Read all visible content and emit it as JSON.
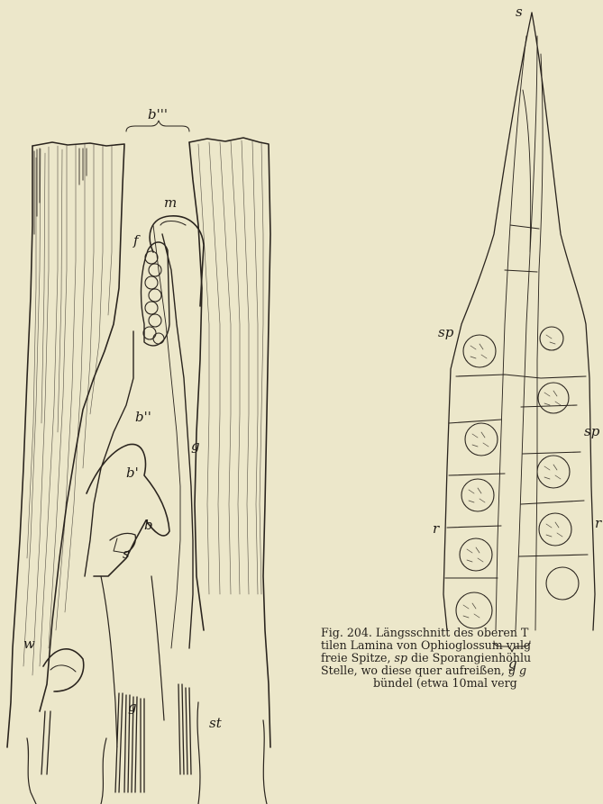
{
  "figure_left": {
    "labels": {
      "b_triple": "b'''",
      "m": "m",
      "f": "f",
      "b_double": "b''",
      "g_upper": "g",
      "b_prime": "b'",
      "b": "b",
      "s": "s",
      "w": "w",
      "g_lower": "g",
      "st": "st"
    }
  },
  "figure_right": {
    "labels": {
      "s_top": "s",
      "sp_left": "sp",
      "sp_right": "sp",
      "r_left": "r",
      "r_right": "r",
      "g_bottom": "g"
    }
  },
  "caption": {
    "line1": "Fig. 204. Längsschnitt des oberen T",
    "line2": "tilen Lamina von Ophioglossum vulg",
    "line3_a": "freie Spitze, ",
    "line3_b": "sp",
    "line3_c": " die Sporangienhöhlu",
    "line4_a": "Stelle, wo diese quer aufreißen, ",
    "line4_b": "g g",
    "line5": "bündel (etwa 10mal verg"
  }
}
